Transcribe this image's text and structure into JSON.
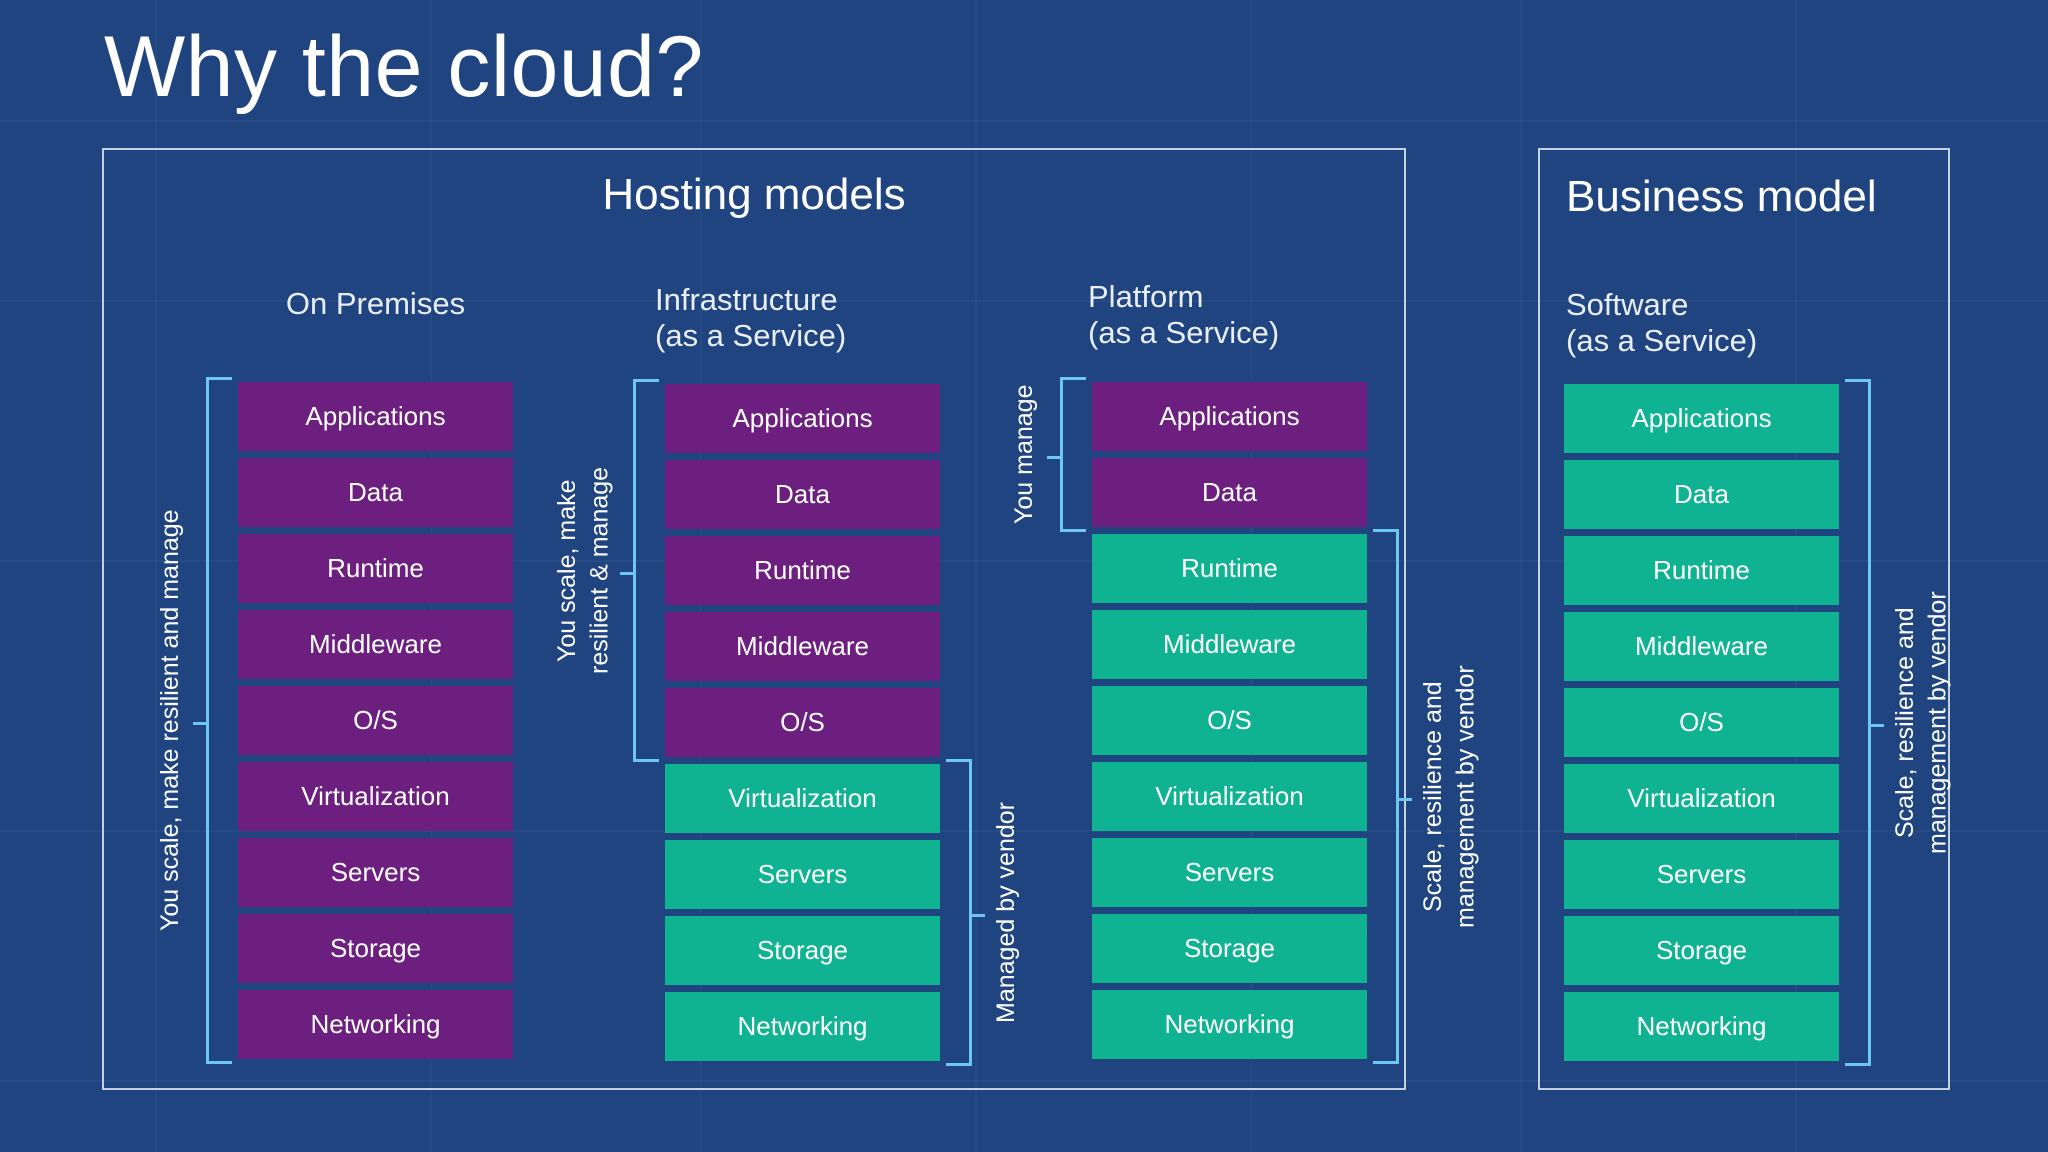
{
  "slide": {
    "title": "Why the cloud?",
    "background_color": "#1f4480"
  },
  "colors": {
    "background": "#1f4480",
    "you_manage_box": "#6c1f7e",
    "vendor_manage_box": "#0fb392",
    "bracket": "#6ec6f2",
    "frame": "#e2eaf5",
    "text": "#ffffff"
  },
  "panels": {
    "hosting": {
      "title": "Hosting models"
    },
    "business": {
      "title": "Business model"
    }
  },
  "layer_names": [
    "Applications",
    "Data",
    "Runtime",
    "Middleware",
    "O/S",
    "Virtualization",
    "Servers",
    "Storage",
    "Networking"
  ],
  "columns": [
    {
      "id": "on-premises",
      "name": "On Premises",
      "subtitle": "",
      "panel": "hosting",
      "layers": [
        {
          "label": "Applications",
          "owner": "customer"
        },
        {
          "label": "Data",
          "owner": "customer"
        },
        {
          "label": "Runtime",
          "owner": "customer"
        },
        {
          "label": "Middleware",
          "owner": "customer"
        },
        {
          "label": "O/S",
          "owner": "customer"
        },
        {
          "label": "Virtualization",
          "owner": "customer"
        },
        {
          "label": "Servers",
          "owner": "customer"
        },
        {
          "label": "Storage",
          "owner": "customer"
        },
        {
          "label": "Networking",
          "owner": "customer"
        }
      ],
      "brackets": [
        {
          "label": "You scale, make resilient and manage",
          "side": "left",
          "from_layer": 0,
          "to_layer": 8
        }
      ]
    },
    {
      "id": "infrastructure-as-a-service",
      "name": "Infrastructure",
      "subtitle": "(as a Service)",
      "panel": "hosting",
      "layers": [
        {
          "label": "Applications",
          "owner": "customer"
        },
        {
          "label": "Data",
          "owner": "customer"
        },
        {
          "label": "Runtime",
          "owner": "customer"
        },
        {
          "label": "Middleware",
          "owner": "customer"
        },
        {
          "label": "O/S",
          "owner": "customer"
        },
        {
          "label": "Virtualization",
          "owner": "vendor"
        },
        {
          "label": "Servers",
          "owner": "vendor"
        },
        {
          "label": "Storage",
          "owner": "vendor"
        },
        {
          "label": "Networking",
          "owner": "vendor"
        }
      ],
      "brackets": [
        {
          "label": "You scale, make\nresilient & manage",
          "side": "left",
          "from_layer": 0,
          "to_layer": 4
        },
        {
          "label": "Managed by vendor",
          "side": "right",
          "from_layer": 5,
          "to_layer": 8
        }
      ]
    },
    {
      "id": "platform-as-a-service",
      "name": "Platform",
      "subtitle": "(as a Service)",
      "panel": "hosting",
      "layers": [
        {
          "label": "Applications",
          "owner": "customer"
        },
        {
          "label": "Data",
          "owner": "customer"
        },
        {
          "label": "Runtime",
          "owner": "vendor"
        },
        {
          "label": "Middleware",
          "owner": "vendor"
        },
        {
          "label": "O/S",
          "owner": "vendor"
        },
        {
          "label": "Virtualization",
          "owner": "vendor"
        },
        {
          "label": "Servers",
          "owner": "vendor"
        },
        {
          "label": "Storage",
          "owner": "vendor"
        },
        {
          "label": "Networking",
          "owner": "vendor"
        }
      ],
      "brackets": [
        {
          "label": "You manage",
          "side": "left",
          "from_layer": 0,
          "to_layer": 1
        },
        {
          "label": "Scale, resilience and\nmanagement by vendor",
          "side": "right",
          "from_layer": 2,
          "to_layer": 8
        }
      ]
    },
    {
      "id": "software-as-a-service",
      "name": "Software",
      "subtitle": "(as a Service)",
      "panel": "business",
      "layers": [
        {
          "label": "Applications",
          "owner": "vendor"
        },
        {
          "label": "Data",
          "owner": "vendor"
        },
        {
          "label": "Runtime",
          "owner": "vendor"
        },
        {
          "label": "Middleware",
          "owner": "vendor"
        },
        {
          "label": "O/S",
          "owner": "vendor"
        },
        {
          "label": "Virtualization",
          "owner": "vendor"
        },
        {
          "label": "Servers",
          "owner": "vendor"
        },
        {
          "label": "Storage",
          "owner": "vendor"
        },
        {
          "label": "Networking",
          "owner": "vendor"
        }
      ],
      "brackets": [
        {
          "label": "Scale, resilience and\nmanagement by vendor",
          "side": "right",
          "from_layer": 0,
          "to_layer": 8
        }
      ]
    }
  ]
}
